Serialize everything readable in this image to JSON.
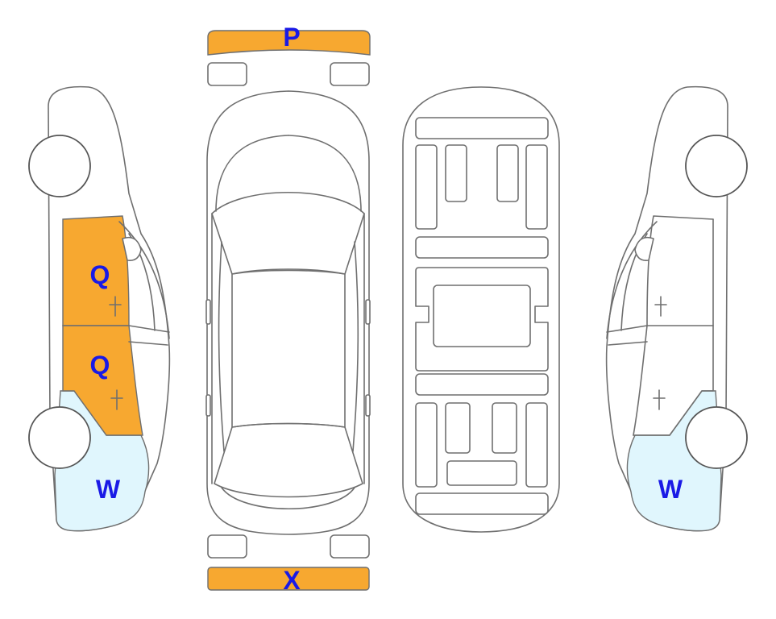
{
  "colors": {
    "damage_orange": "#F7A830",
    "damage_light_blue": "#E0F6FD",
    "label_blue": "#1A1AE6",
    "outline": "#6F6F6F"
  },
  "labels": {
    "front_bumper": "P",
    "rear_bumper": "X",
    "left_front_door": "Q",
    "left_rear_door": "Q",
    "left_rear_quarter": "W",
    "right_rear_quarter": "W"
  }
}
